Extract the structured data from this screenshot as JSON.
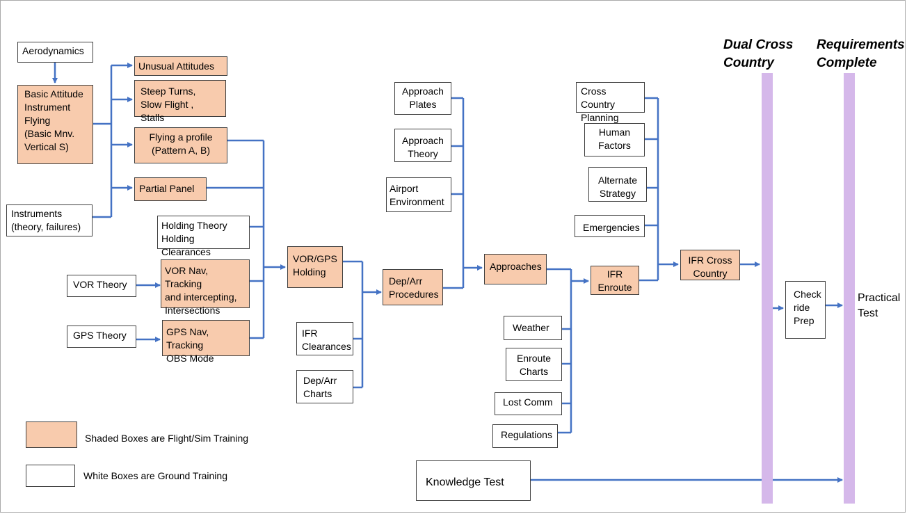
{
  "headers": {
    "dual_cross_country": "Dual Cross\nCountry",
    "requirements_complete": "Requirements\nComplete"
  },
  "boxes": {
    "aerodynamics": "Aerodynamics",
    "basic_attitude": "Basic Attitude\nInstrument\nFlying\n(Basic Mnv.\nVertical S)",
    "instruments": "Instruments\n(theory, failures)",
    "unusual_attitudes": "Unusual  Attitudes",
    "steep_turns": "Steep Turns,\nSlow Flight , Stalls",
    "flying_profile": "Flying a profile\n(Pattern A, B)",
    "partial_panel": "Partial Panel",
    "holding_theory": "Holding Theory\nHolding Clearances",
    "vor_theory": "VOR Theory",
    "vor_nav": "VOR Nav, Tracking\nand intercepting,\nIntersections",
    "gps_theory": "GPS Theory",
    "gps_nav": "GPS Nav, Tracking\nOBS Mode",
    "vor_gps_holding": "VOR/GPS\nHolding",
    "ifr_clearances": "IFR\nClearances",
    "dep_arr_charts": "Dep/Arr\nCharts",
    "dep_arr_procedures": "Dep/Arr\nProcedures",
    "approach_plates": "Approach\nPlates",
    "approach_theory": "Approach\nTheory",
    "airport_environment": "Airport\nEnvironment",
    "approaches": "Approaches",
    "weather": "Weather",
    "enroute_charts": "Enroute\nCharts",
    "lost_comm": "Lost Comm",
    "regulations": "Regulations",
    "ifr_enroute": "IFR\nEnroute",
    "cross_country_planning": "Cross Country\nPlanning",
    "human_factors": "Human\nFactors",
    "alternate_strategy": "Alternate\nStrategy",
    "emergencies": "Emergencies",
    "ifr_cross_country": "IFR Cross\nCountry",
    "checkride_prep": "Check\nride\nPrep",
    "knowledge_test": "Knowledge Test"
  },
  "practical_test": "Practical\nTest",
  "legend": {
    "shaded": "Shaded Boxes are Flight/Sim Training",
    "white": "White Boxes are Ground Training"
  },
  "colors": {
    "flight_fill": "#f8cbad",
    "connector": "#4472c4",
    "milestone_bar": "#d5b8ea"
  }
}
